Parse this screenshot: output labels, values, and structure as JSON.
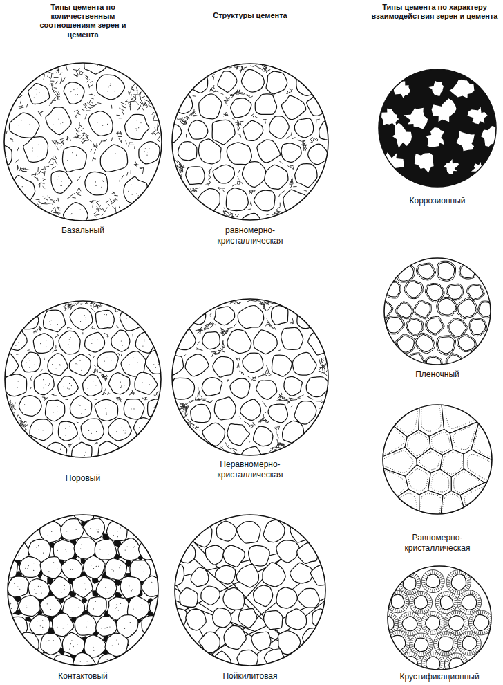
{
  "diagram": {
    "nodes": [
      {
        "text": [
          "Базальный"
        ]
      },
      {
        "text": [
          "Поровый"
        ]
      },
      {
        "text": [
          "Контактовый"
        ]
      },
      {
        "text": [
          "равномерно- кристаллическая"
        ]
      },
      {
        "text": [
          "Неравномерно- кристаллическая"
        ]
      },
      {
        "text": [
          "Пойкилитовая"
        ]
      },
      {
        "text": [
          "Коррозионный"
        ]
      },
      {
        "text": [
          "Пленочный"
        ]
      },
      {
        "text": [
          "Равномерно- кристаллическая"
        ]
      },
      {
        "text": [
          "Крустификационный"
        ]
      }
    ],
    "labels": [
      "Типы цемента по количественным соотношениям зерен и цемента",
      "Структуры цемента",
      "Типы цемента по характеру взаимодействия зерен и цемента"
    ]
  }
}
